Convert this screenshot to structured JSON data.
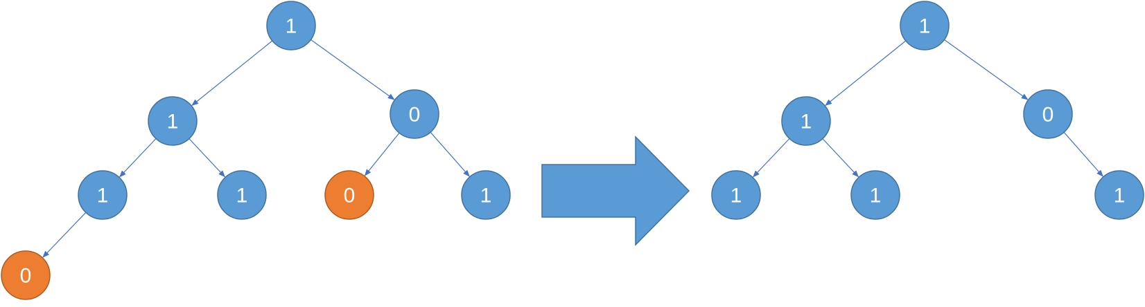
{
  "colors": {
    "node_fill": "#5b9bd5",
    "node_stroke": "#41719c",
    "highlight_fill": "#ed7d31",
    "highlight_stroke": "#ae5a21",
    "edge": "#4472c4",
    "arrow_fill": "#5b9bd5",
    "arrow_stroke": "#41719c",
    "label": "#ffffff"
  },
  "trees": [
    {
      "id": "before",
      "nodes": [
        {
          "id": "a1",
          "label": "1",
          "highlight": false
        },
        {
          "id": "a2",
          "label": "1",
          "highlight": false
        },
        {
          "id": "a3",
          "label": "0",
          "highlight": false
        },
        {
          "id": "a4",
          "label": "1",
          "highlight": false
        },
        {
          "id": "a5",
          "label": "1",
          "highlight": false
        },
        {
          "id": "a6",
          "label": "0",
          "highlight": true
        },
        {
          "id": "a7",
          "label": "1",
          "highlight": false
        },
        {
          "id": "a8",
          "label": "0",
          "highlight": true
        }
      ],
      "edges": [
        {
          "from": "a1",
          "to": "a2"
        },
        {
          "from": "a1",
          "to": "a3"
        },
        {
          "from": "a2",
          "to": "a4"
        },
        {
          "from": "a2",
          "to": "a5"
        },
        {
          "from": "a3",
          "to": "a6"
        },
        {
          "from": "a3",
          "to": "a7"
        },
        {
          "from": "a4",
          "to": "a8"
        }
      ]
    },
    {
      "id": "after",
      "nodes": [
        {
          "id": "b1",
          "label": "1",
          "highlight": false
        },
        {
          "id": "b2",
          "label": "1",
          "highlight": false
        },
        {
          "id": "b3",
          "label": "0",
          "highlight": false
        },
        {
          "id": "b4",
          "label": "1",
          "highlight": false
        },
        {
          "id": "b5",
          "label": "1",
          "highlight": false
        },
        {
          "id": "b7",
          "label": "1",
          "highlight": false
        }
      ],
      "edges": [
        {
          "from": "b1",
          "to": "b2"
        },
        {
          "from": "b1",
          "to": "b3"
        },
        {
          "from": "b2",
          "to": "b4"
        },
        {
          "from": "b2",
          "to": "b5"
        },
        {
          "from": "b3",
          "to": "b7"
        }
      ]
    }
  ],
  "transition_arrow": {
    "icon": "right-block-arrow-icon"
  }
}
